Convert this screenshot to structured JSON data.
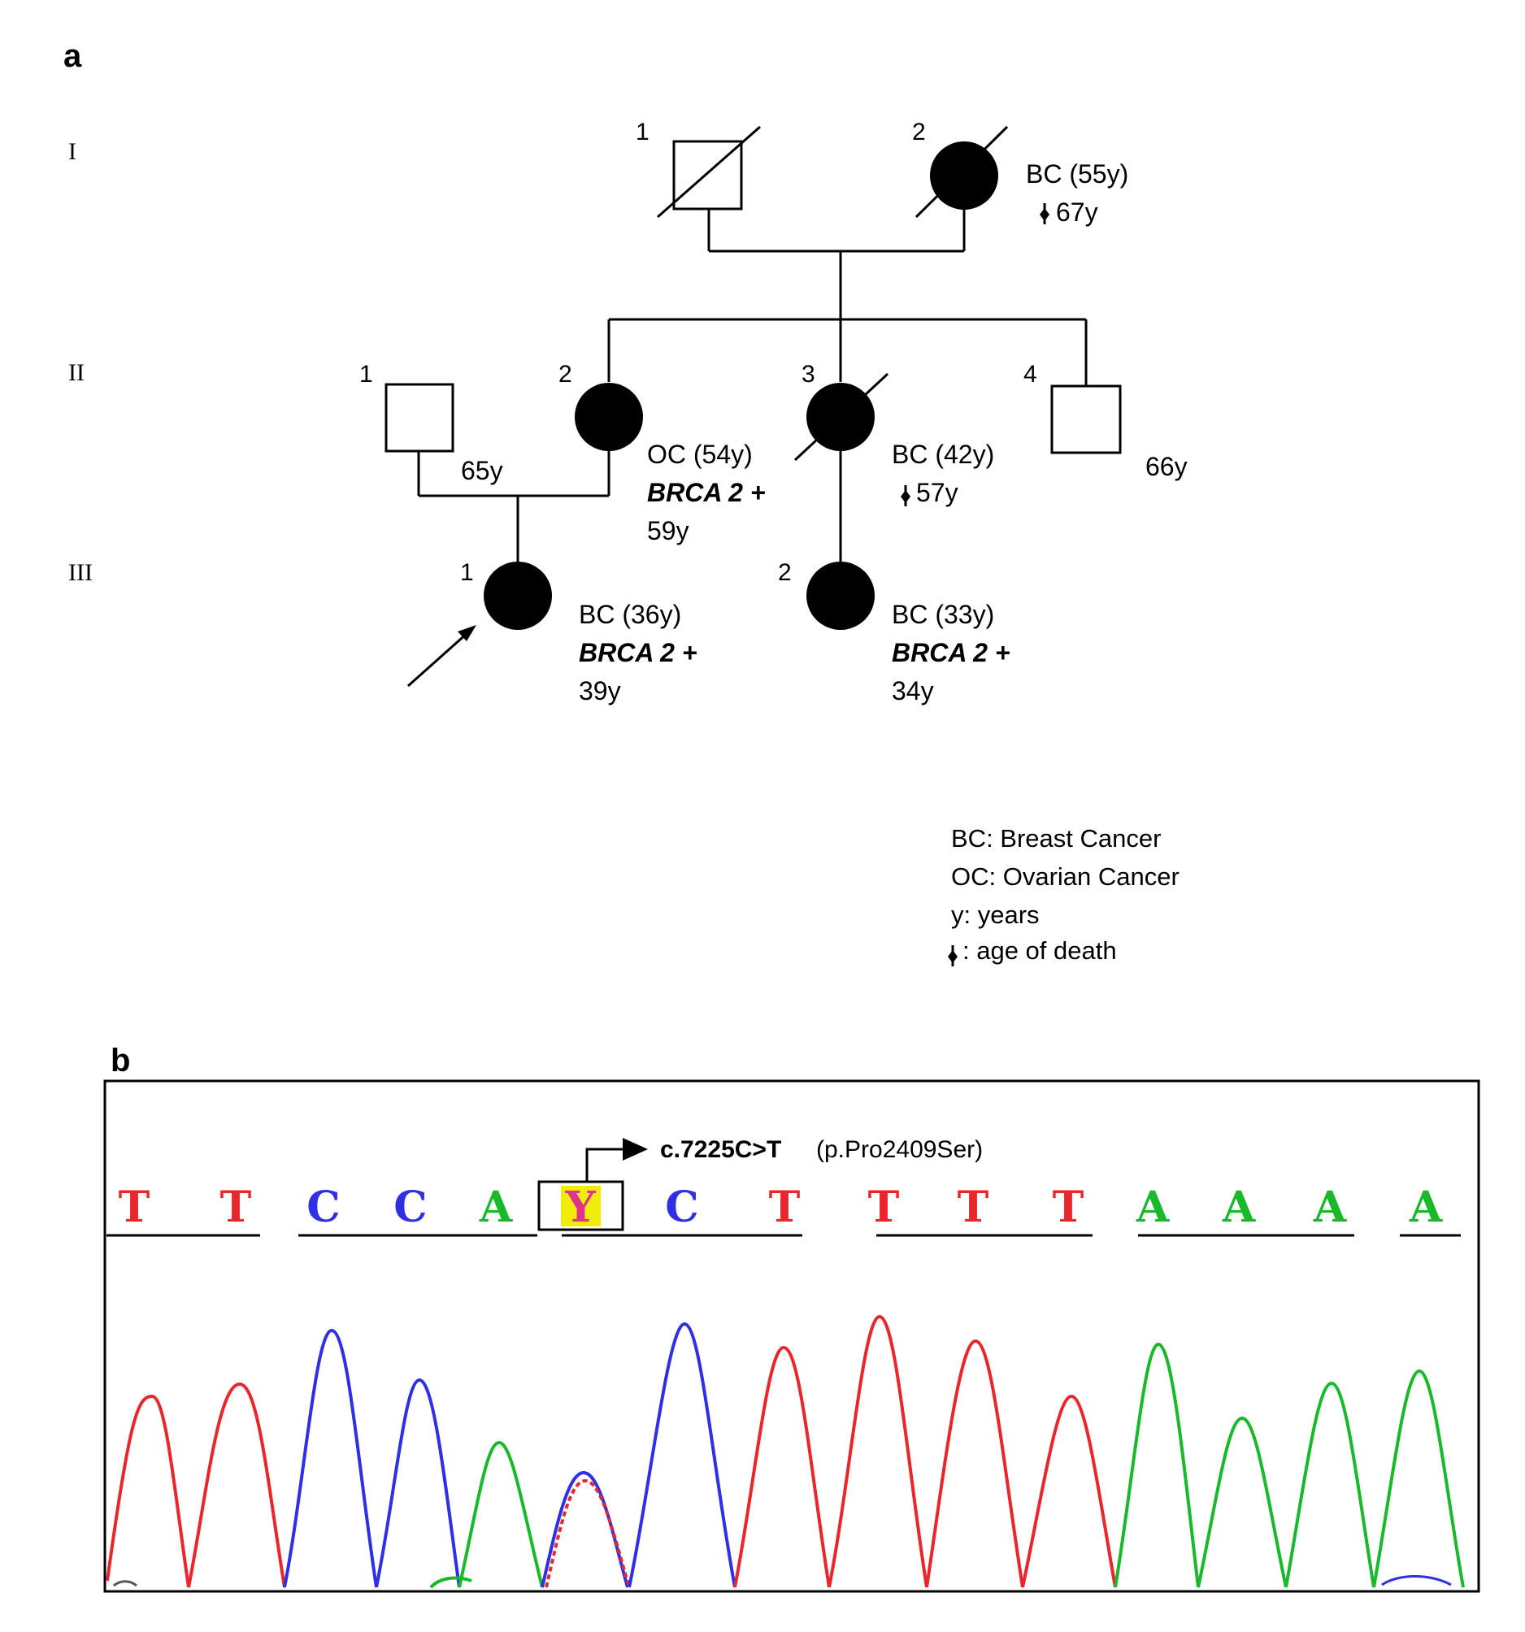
{
  "panel_a_label": "a",
  "panel_b_label": "b",
  "generations": [
    "I",
    "II",
    "III"
  ],
  "individuals": {
    "I1": {
      "num": "1"
    },
    "I2": {
      "num": "2",
      "lines": [
        "BC (55y)",
        "67y"
      ]
    },
    "II1": {
      "num": "1",
      "lines": [
        "65y"
      ]
    },
    "II2": {
      "num": "2",
      "lines": [
        "OC (54y)",
        "BRCA 2 +",
        "59y"
      ]
    },
    "II3": {
      "num": "3",
      "lines": [
        "BC (42y)",
        "57y"
      ]
    },
    "II4": {
      "num": "4",
      "lines": [
        "66y"
      ]
    },
    "III1": {
      "num": "1",
      "lines": [
        "BC (36y)",
        "BRCA 2 +",
        "39y"
      ]
    },
    "III2": {
      "num": "2",
      "lines": [
        "BC (33y)",
        "BRCA 2 +",
        "34y"
      ]
    }
  },
  "legend": [
    "BC: Breast Cancer",
    "OC: Ovarian Cancer",
    "y: years",
    ": age of death"
  ],
  "chromatogram": {
    "mutation_label": "c.7225C>T",
    "protein_label": "(p.Pro2409Ser)",
    "bases": [
      "T",
      "T",
      "C",
      "C",
      "A",
      "Y",
      "C",
      "T",
      "T",
      "T",
      "T",
      "A",
      "A",
      "A",
      "A"
    ],
    "colors": {
      "T": "#e8262c",
      "C": "#2f2fe6",
      "A": "#19b92b",
      "Y": "#e0338d",
      "highlight": "#f2ec0b"
    }
  }
}
